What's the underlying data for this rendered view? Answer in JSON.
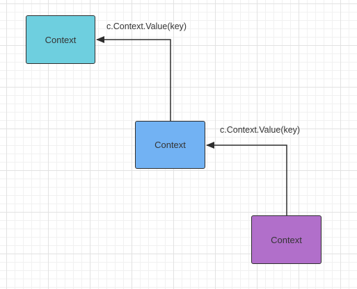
{
  "diagram": {
    "nodes": [
      {
        "label": "Context",
        "fill": "#6ecfdf"
      },
      {
        "label": "Context",
        "fill": "#72b2f3"
      },
      {
        "label": "Context",
        "fill": "#b16fca"
      }
    ],
    "edges": [
      {
        "label": "c.Context.Value(key)",
        "from": "node-2",
        "to": "node-1"
      },
      {
        "label": "c.Context.Value(key)",
        "from": "node-3",
        "to": "node-2"
      }
    ],
    "colors": {
      "stroke": "#2e2e2e",
      "text": "#333333"
    }
  }
}
